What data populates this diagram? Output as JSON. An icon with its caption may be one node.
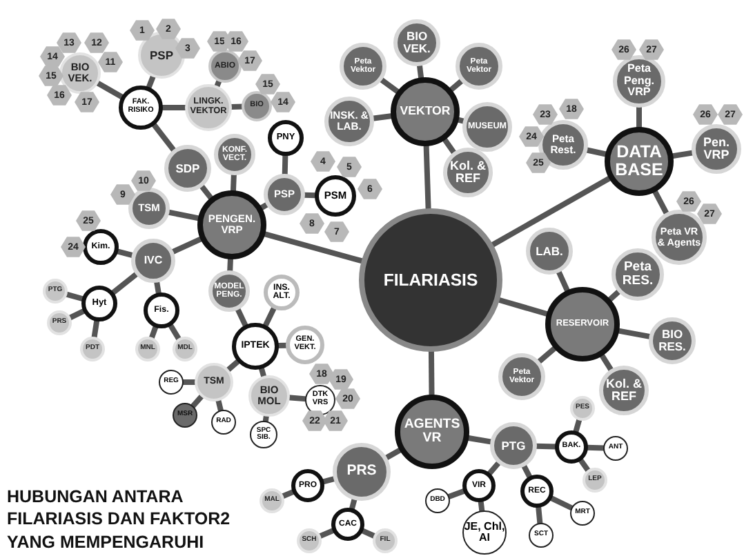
{
  "diagram": {
    "title": "HUBUNGAN ANTARA FILARIASIS DAN FAKTOR2 YANG MEMPENGARUHI",
    "nodes": [
      {
        "text": [
          "FAK. RISIKO"
        ]
      },
      {
        "text": [
          "BIO VEK."
        ]
      },
      {
        "text": [
          "13"
        ]
      },
      {
        "text": [
          "12"
        ]
      },
      {
        "text": [
          "14"
        ]
      },
      {
        "text": [
          "11"
        ]
      },
      {
        "text": [
          "15"
        ]
      },
      {
        "text": [
          "16"
        ]
      },
      {
        "text": [
          "17"
        ]
      },
      {
        "text": [
          "PSP"
        ]
      },
      {
        "text": [
          "1"
        ]
      },
      {
        "text": [
          "2"
        ]
      },
      {
        "text": [
          "3"
        ]
      },
      {
        "text": [
          "LINGK. VEKTOR"
        ]
      },
      {
        "text": [
          "ABIO"
        ]
      },
      {
        "text": [
          "15"
        ]
      },
      {
        "text": [
          "16"
        ]
      },
      {
        "text": [
          "17"
        ]
      },
      {
        "text": [
          "BIO"
        ]
      },
      {
        "text": [
          "15"
        ]
      },
      {
        "text": [
          "14"
        ]
      },
      {
        "text": [
          "SDP"
        ]
      },
      {
        "text": [
          "KONF. VECT."
        ]
      },
      {
        "text": [
          "PENGEN. VRP"
        ]
      },
      {
        "text": [
          "TSM"
        ]
      },
      {
        "text": [
          "9"
        ]
      },
      {
        "text": [
          "10"
        ]
      },
      {
        "text": [
          "IVC"
        ]
      },
      {
        "text": [
          "Kim."
        ]
      },
      {
        "text": [
          "25"
        ]
      },
      {
        "text": [
          "24"
        ]
      },
      {
        "text": [
          "Hyt"
        ]
      },
      {
        "text": [
          "PTG"
        ]
      },
      {
        "text": [
          "PRS"
        ]
      },
      {
        "text": [
          "PDT"
        ]
      },
      {
        "text": [
          "Fis."
        ]
      },
      {
        "text": [
          "MNL"
        ]
      },
      {
        "text": [
          "MDL"
        ]
      },
      {
        "text": [
          "PSP"
        ]
      },
      {
        "text": [
          "PNY"
        ]
      },
      {
        "text": [
          "PSM"
        ]
      },
      {
        "text": [
          "4"
        ]
      },
      {
        "text": [
          "5"
        ]
      },
      {
        "text": [
          "6"
        ]
      },
      {
        "text": [
          "7"
        ]
      },
      {
        "text": [
          "8"
        ]
      },
      {
        "text": [
          "IPTEK"
        ]
      },
      {
        "text": [
          "MODEL PENG."
        ]
      },
      {
        "text": [
          "INS. ALT."
        ]
      },
      {
        "text": [
          "GEN. VEKT."
        ]
      },
      {
        "text": [
          "BIO MOL"
        ]
      },
      {
        "text": [
          "DTK VRS"
        ]
      },
      {
        "text": [
          "18"
        ]
      },
      {
        "text": [
          "19"
        ]
      },
      {
        "text": [
          "20"
        ]
      },
      {
        "text": [
          "22"
        ]
      },
      {
        "text": [
          "21"
        ]
      },
      {
        "text": [
          "SPC SIB."
        ]
      },
      {
        "text": [
          "TSM"
        ]
      },
      {
        "text": [
          "REG"
        ]
      },
      {
        "text": [
          "MSR"
        ]
      },
      {
        "text": [
          "RAD"
        ]
      },
      {
        "text": [
          "FILARIASIS"
        ]
      },
      {
        "text": [
          "VEKTOR"
        ]
      },
      {
        "text": [
          "BIO VEK."
        ]
      },
      {
        "text": [
          "Peta Vektor"
        ]
      },
      {
        "text": [
          "Peta Vektor"
        ]
      },
      {
        "text": [
          "INSK. & LAB."
        ]
      },
      {
        "text": [
          "MUSEUM"
        ]
      },
      {
        "text": [
          "Kol. & REF"
        ]
      },
      {
        "text": [
          "DATA BASE"
        ]
      },
      {
        "text": [
          "Peta Peng. VRP"
        ]
      },
      {
        "text": [
          "26"
        ]
      },
      {
        "text": [
          "27"
        ]
      },
      {
        "text": [
          "Peta Rest."
        ]
      },
      {
        "text": [
          "23"
        ]
      },
      {
        "text": [
          "18"
        ]
      },
      {
        "text": [
          "24"
        ]
      },
      {
        "text": [
          "25"
        ]
      },
      {
        "text": [
          "Pen. VRP"
        ]
      },
      {
        "text": [
          "26"
        ]
      },
      {
        "text": [
          "27"
        ]
      },
      {
        "text": [
          "Peta VR & Agents"
        ]
      },
      {
        "text": [
          "26"
        ]
      },
      {
        "text": [
          "27"
        ]
      },
      {
        "text": [
          "RESERVOIR"
        ]
      },
      {
        "text": [
          "LAB."
        ]
      },
      {
        "text": [
          "Peta RES."
        ]
      },
      {
        "text": [
          "BIO RES."
        ]
      },
      {
        "text": [
          "Kol. & REF"
        ]
      },
      {
        "text": [
          "Peta Vektor"
        ]
      },
      {
        "text": [
          "AGENTS VR"
        ]
      },
      {
        "text": [
          "PRS"
        ]
      },
      {
        "text": [
          "PRO"
        ]
      },
      {
        "text": [
          "MAL"
        ]
      },
      {
        "text": [
          "CAC"
        ]
      },
      {
        "text": [
          "SCH"
        ]
      },
      {
        "text": [
          "FIL"
        ]
      },
      {
        "text": [
          "PTG"
        ]
      },
      {
        "text": [
          "BAK."
        ]
      },
      {
        "text": [
          "PES"
        ]
      },
      {
        "text": [
          "ANT"
        ]
      },
      {
        "text": [
          "LEP"
        ]
      },
      {
        "text": [
          "VIR"
        ]
      },
      {
        "text": [
          "DBD"
        ]
      },
      {
        "text": [
          "JE, Chl, AI"
        ]
      },
      {
        "text": [
          "REC"
        ]
      },
      {
        "text": [
          "MRT"
        ]
      },
      {
        "text": [
          "SCT"
        ]
      }
    ],
    "edges": [
      {
        "from": 0,
        "to": 1,
        "arrow": "none"
      },
      {
        "from": 0,
        "to": 9,
        "arrow": "none"
      },
      {
        "from": 0,
        "to": 13,
        "arrow": "none"
      },
      {
        "from": 0,
        "to": 21,
        "arrow": "none"
      },
      {
        "from": 13,
        "to": 14,
        "arrow": "none"
      },
      {
        "from": 13,
        "to": 18,
        "arrow": "none"
      },
      {
        "from": 21,
        "to": 23,
        "arrow": "none"
      },
      {
        "from": 22,
        "to": 23,
        "arrow": "none"
      },
      {
        "from": 23,
        "to": 24,
        "arrow": "none"
      },
      {
        "from": 23,
        "to": 27,
        "arrow": "none"
      },
      {
        "from": 23,
        "to": 38,
        "arrow": "none"
      },
      {
        "from": 38,
        "to": 39,
        "arrow": "none"
      },
      {
        "from": 38,
        "to": 40,
        "arrow": "none"
      },
      {
        "from": 23,
        "to": 47,
        "arrow": "none"
      },
      {
        "from": 47,
        "to": 46,
        "arrow": "none"
      },
      {
        "from": 46,
        "to": 48,
        "arrow": "none"
      },
      {
        "from": 46,
        "to": 49,
        "arrow": "none"
      },
      {
        "from": 46,
        "to": 50,
        "arrow": "none"
      },
      {
        "from": 46,
        "to": 58,
        "arrow": "none"
      },
      {
        "from": 27,
        "to": 28,
        "arrow": "none"
      },
      {
        "from": 27,
        "to": 31,
        "arrow": "none"
      },
      {
        "from": 27,
        "to": 35,
        "arrow": "none"
      },
      {
        "from": 31,
        "to": 32,
        "arrow": "none"
      },
      {
        "from": 31,
        "to": 33,
        "arrow": "none"
      },
      {
        "from": 31,
        "to": 34,
        "arrow": "none"
      },
      {
        "from": 35,
        "to": 36,
        "arrow": "none"
      },
      {
        "from": 35,
        "to": 37,
        "arrow": "none"
      },
      {
        "from": 50,
        "to": 51,
        "arrow": "none"
      },
      {
        "from": 50,
        "to": 57,
        "arrow": "none"
      },
      {
        "from": 58,
        "to": 59,
        "arrow": "none"
      },
      {
        "from": 58,
        "to": 60,
        "arrow": "none"
      },
      {
        "from": 58,
        "to": 61,
        "arrow": "none"
      },
      {
        "from": 62,
        "to": 23,
        "arrow": "none"
      },
      {
        "from": 62,
        "to": 63,
        "arrow": "none"
      },
      {
        "from": 62,
        "to": 70,
        "arrow": "none"
      },
      {
        "from": 62,
        "to": 85,
        "arrow": "none"
      },
      {
        "from": 62,
        "to": 91,
        "arrow": "none"
      },
      {
        "from": 63,
        "to": 64,
        "arrow": "none"
      },
      {
        "from": 63,
        "to": 65,
        "arrow": "none"
      },
      {
        "from": 63,
        "to": 66,
        "arrow": "none"
      },
      {
        "from": 63,
        "to": 67,
        "arrow": "none"
      },
      {
        "from": 63,
        "to": 68,
        "arrow": "none"
      },
      {
        "from": 63,
        "to": 69,
        "arrow": "none"
      },
      {
        "from": 70,
        "to": 71,
        "arrow": "none"
      },
      {
        "from": 70,
        "to": 74,
        "arrow": "none"
      },
      {
        "from": 70,
        "to": 79,
        "arrow": "none"
      },
      {
        "from": 70,
        "to": 82,
        "arrow": "none"
      },
      {
        "from": 85,
        "to": 86,
        "arrow": "none"
      },
      {
        "from": 85,
        "to": 87,
        "arrow": "none"
      },
      {
        "from": 85,
        "to": 88,
        "arrow": "none"
      },
      {
        "from": 85,
        "to": 89,
        "arrow": "none"
      },
      {
        "from": 85,
        "to": 90,
        "arrow": "none"
      },
      {
        "from": 91,
        "to": 92,
        "arrow": "none"
      },
      {
        "from": 91,
        "to": 98,
        "arrow": "none"
      },
      {
        "from": 92,
        "to": 93,
        "arrow": "none"
      },
      {
        "from": 93,
        "to": 94,
        "arrow": "none"
      },
      {
        "from": 92,
        "to": 95,
        "arrow": "none"
      },
      {
        "from": 95,
        "to": 96,
        "arrow": "none"
      },
      {
        "from": 95,
        "to": 97,
        "arrow": "none"
      },
      {
        "from": 98,
        "to": 99,
        "arrow": "none"
      },
      {
        "from": 99,
        "to": 100,
        "arrow": "none"
      },
      {
        "from": 99,
        "to": 101,
        "arrow": "none"
      },
      {
        "from": 99,
        "to": 102,
        "arrow": "none"
      },
      {
        "from": 98,
        "to": 103,
        "arrow": "none"
      },
      {
        "from": 103,
        "to": 104,
        "arrow": "none"
      },
      {
        "from": 103,
        "to": 105,
        "arrow": "none"
      },
      {
        "from": 98,
        "to": 106,
        "arrow": "none"
      },
      {
        "from": 106,
        "to": 107,
        "arrow": "none"
      },
      {
        "from": 106,
        "to": 108,
        "arrow": "none"
      }
    ]
  }
}
